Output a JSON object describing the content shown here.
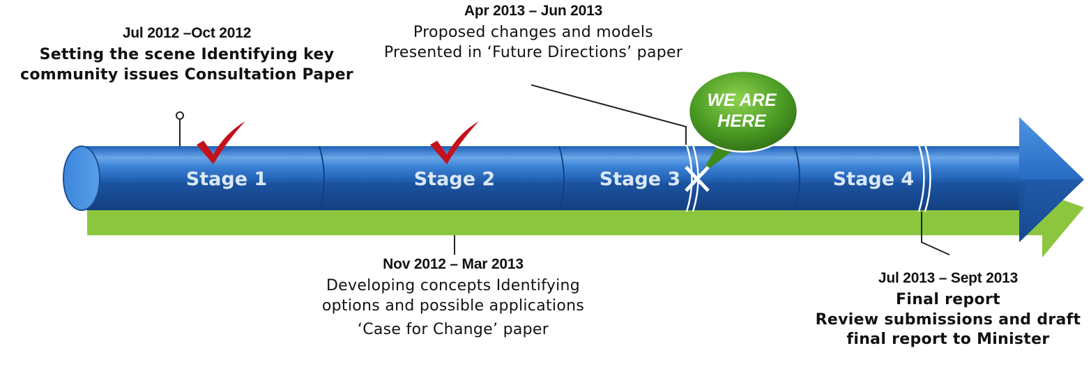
{
  "stages": [
    {
      "label": "Stage 1",
      "completed": true
    },
    {
      "label": "Stage 2",
      "completed": true
    },
    {
      "label": "Stage 3",
      "completed": false
    },
    {
      "label": "Stage 4",
      "completed": false
    }
  ],
  "current_marker": {
    "line1": "WE ARE",
    "line2": "HERE"
  },
  "annotations": {
    "stage1": {
      "date": "Jul 2012 –Oct 2012",
      "line1": "Setting the scene Identifying key",
      "line2": "community issues Consultation Paper"
    },
    "stage2": {
      "date": "Nov 2012 – Mar 2013",
      "line1": "Developing concepts Identifying",
      "line2": "options and possible applications",
      "line3": "‘Case for Change’ paper"
    },
    "stage3": {
      "date": "Apr 2013 – Jun 2013",
      "line1": "Proposed changes and models",
      "line2": "Presented in ‘Future Directions’ paper"
    },
    "stage4": {
      "date": "Jul 2013 – Sept 2013",
      "line1": "Final report",
      "line2": "Review submissions and draft",
      "line3": "final report to Minister"
    }
  },
  "colors": {
    "arrow_blue": "#2d6fc4",
    "arrow_dark": "#1b4f98",
    "shadow_green": "#8cc63f",
    "bubble_green": "#4f9a25",
    "check_red": "#c4121c"
  }
}
